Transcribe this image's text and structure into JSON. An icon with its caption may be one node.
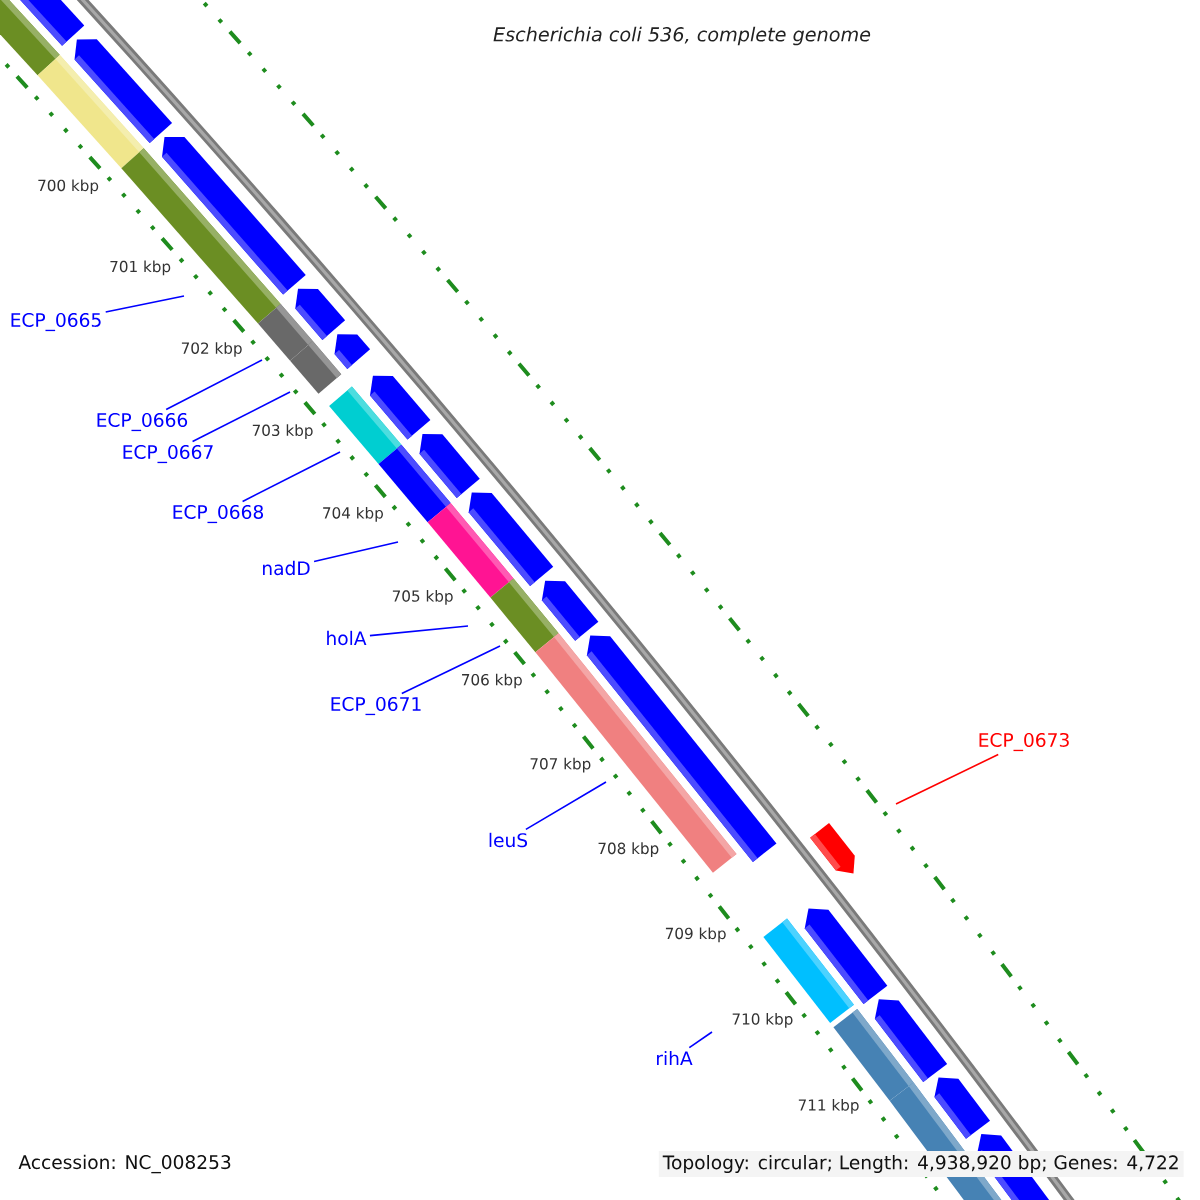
{
  "diagram": {
    "title": "Escherichia coli 536, complete genome",
    "nodes": [
      {
        "text": [
          "ECP_0665"
        ]
      },
      {
        "text": [
          "ECP_0666"
        ]
      },
      {
        "text": [
          "ECP_0667"
        ]
      },
      {
        "text": [
          "ECP_0668"
        ]
      },
      {
        "text": [
          "nadD"
        ]
      },
      {
        "text": [
          "holA"
        ]
      },
      {
        "text": [
          "ECP_0671"
        ]
      },
      {
        "text": [
          "leuS"
        ]
      },
      {
        "text": [
          "rihA"
        ]
      },
      {
        "text": [
          "ECP_0673"
        ]
      }
    ],
    "edges": [
      {
        "from": 0,
        "to": null,
        "arrow": "none"
      },
      {
        "from": 1,
        "to": null,
        "arrow": "none"
      },
      {
        "from": 2,
        "to": null,
        "arrow": "none"
      },
      {
        "from": 3,
        "to": null,
        "arrow": "none"
      },
      {
        "from": 4,
        "to": null,
        "arrow": "none"
      },
      {
        "from": 5,
        "to": null,
        "arrow": "none"
      },
      {
        "from": 6,
        "to": null,
        "arrow": "none"
      },
      {
        "from": 7,
        "to": null,
        "arrow": "none"
      },
      {
        "from": 8,
        "to": null,
        "arrow": "none"
      },
      {
        "from": 9,
        "to": null,
        "arrow": "none",
        "color": "#ff0000"
      }
    ],
    "labels": [
      "700 kbp",
      "701 kbp",
      "702 kbp",
      "703 kbp",
      "704 kbp",
      "705 kbp",
      "706 kbp",
      "707 kbp",
      "708 kbp",
      "709 kbp",
      "710 kbp",
      "711 kbp",
      "Accession: NC_008253",
      "Topology: circular; Length: 4,938,920 bp; Genes: 4,722"
    ]
  }
}
